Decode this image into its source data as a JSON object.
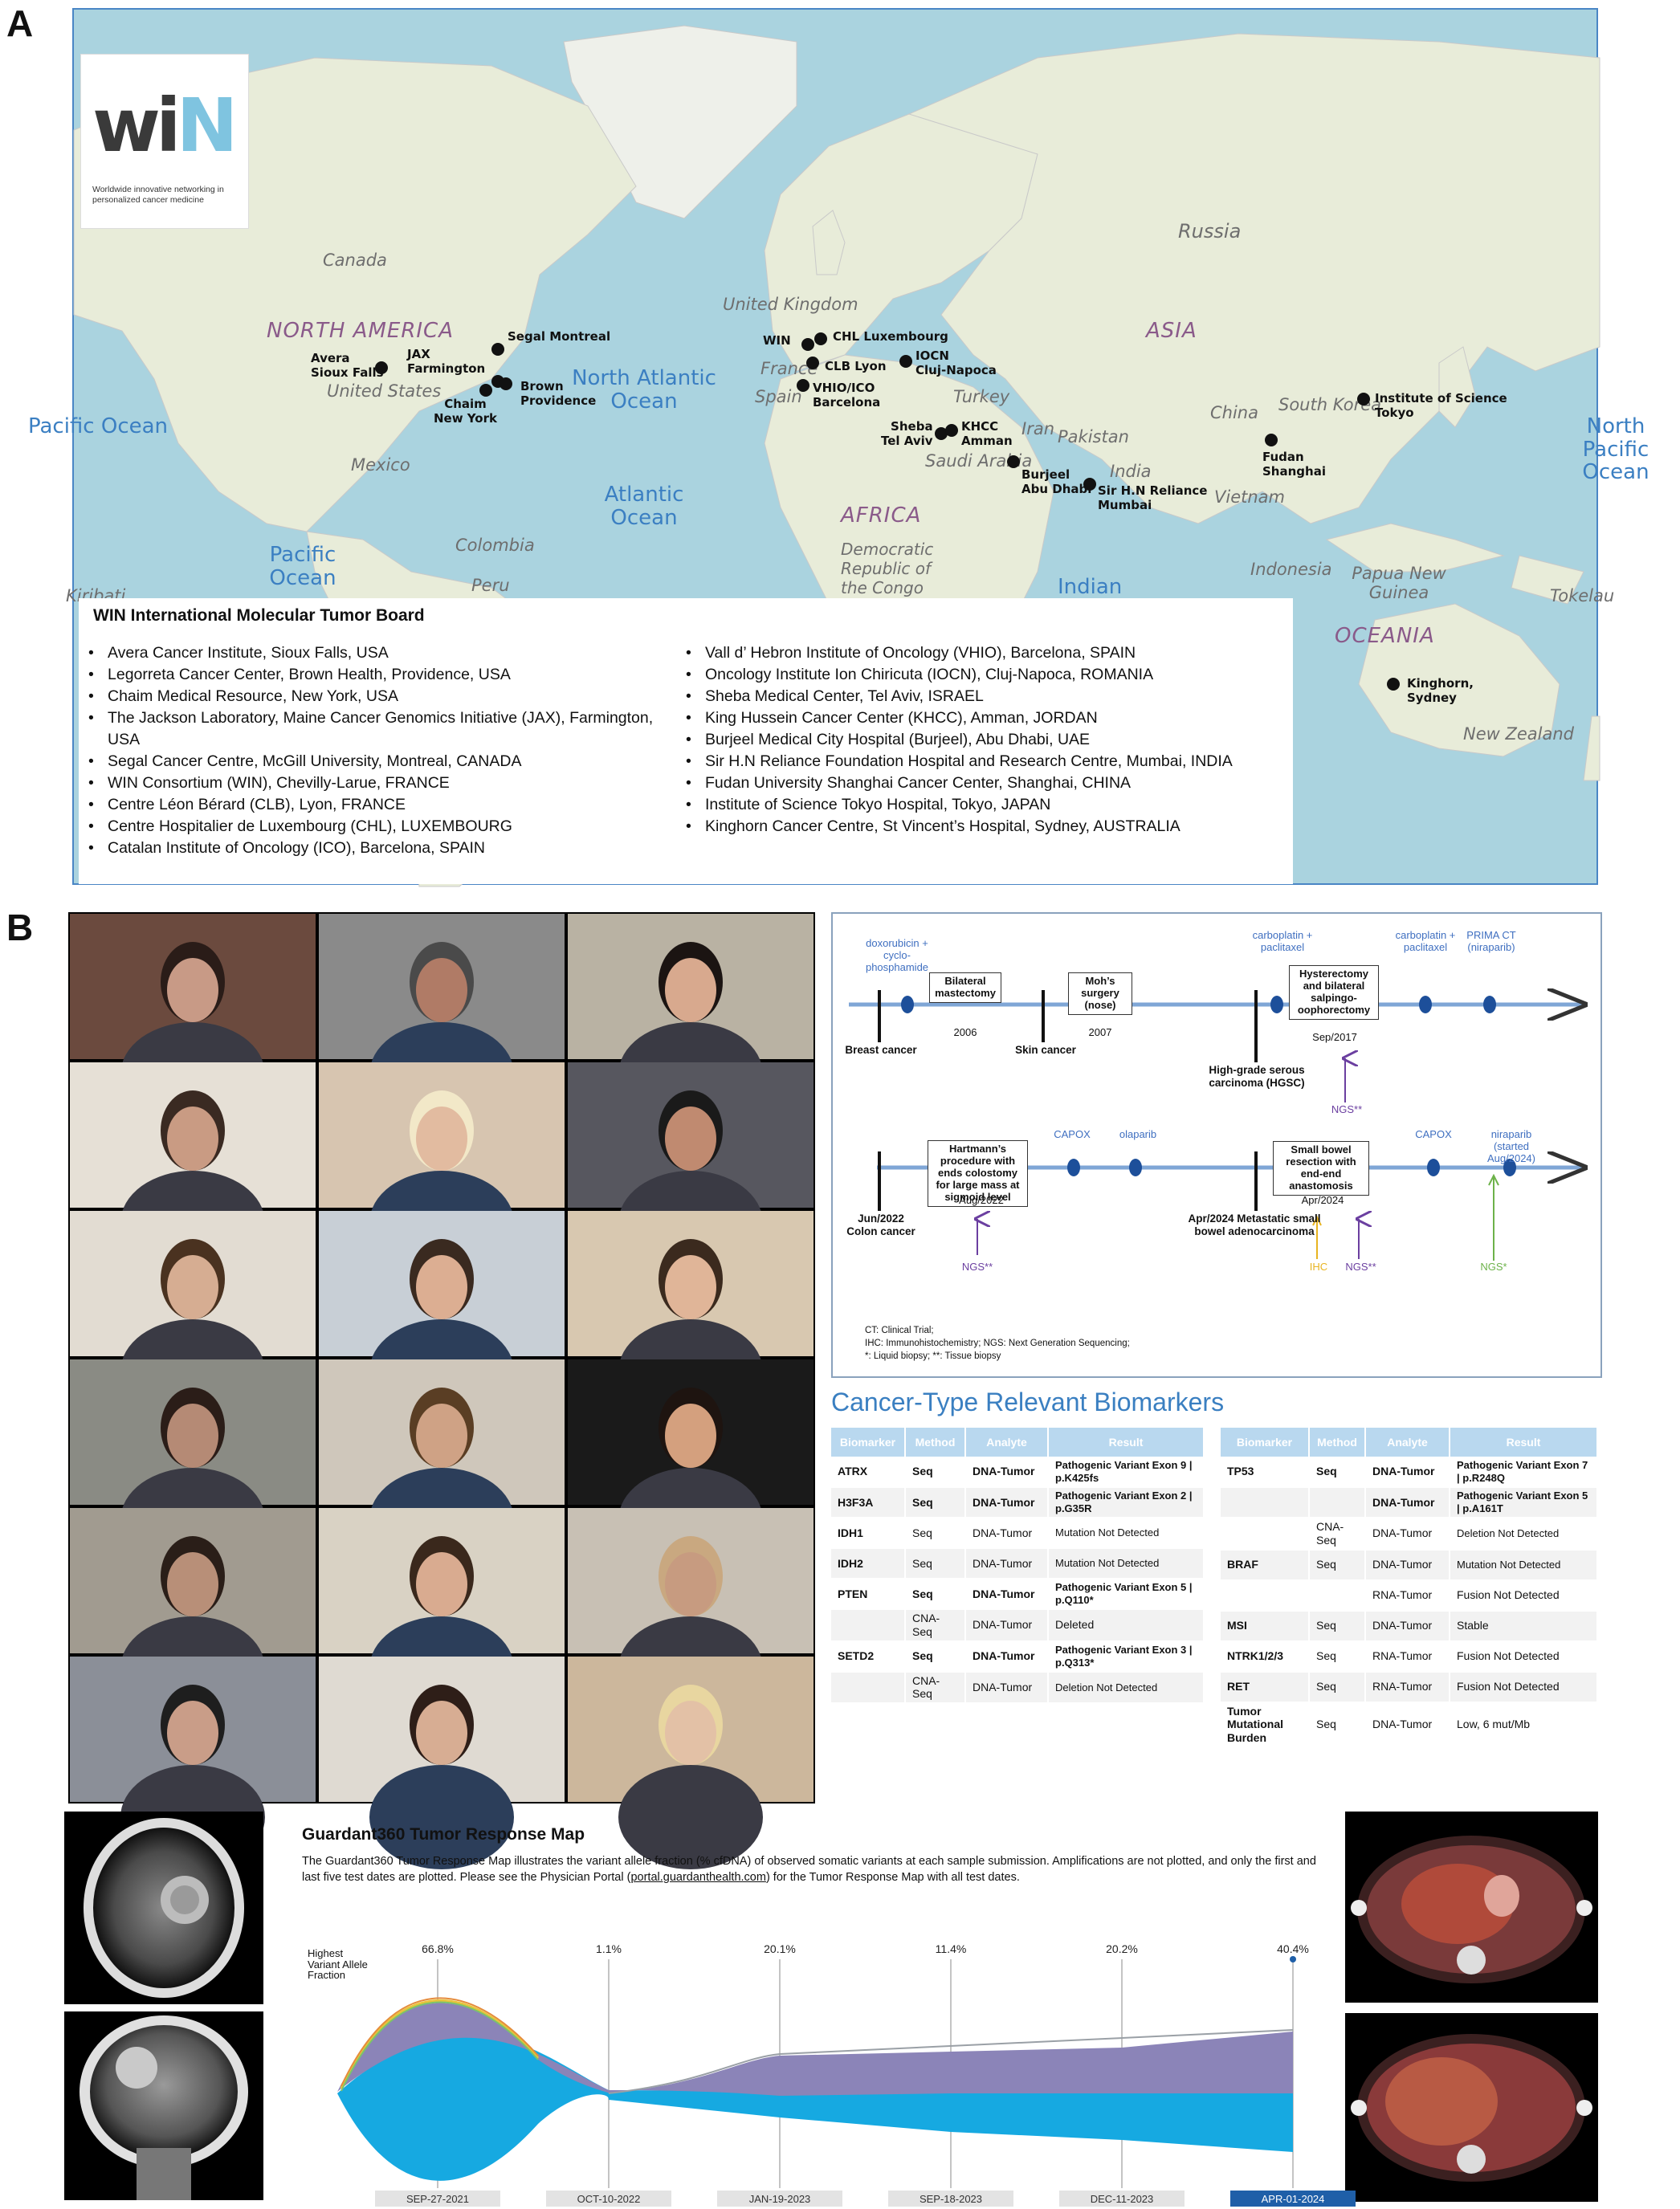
{
  "panel_labels": {
    "a": "A",
    "b": "B"
  },
  "map": {
    "logo": {
      "text_dark": "wi",
      "text_light": "N",
      "tagline": "Worldwide innovative networking in personalized cancer medicine"
    },
    "countries": [
      {
        "text": "Canada"
      },
      {
        "text": "United States"
      },
      {
        "text": "Mexico"
      },
      {
        "text": "Colombia"
      },
      {
        "text": "Peru"
      },
      {
        "text": "Russia"
      },
      {
        "text": "United Kingdom"
      },
      {
        "text": "France"
      },
      {
        "text": "Spain"
      },
      {
        "text": "Turkey"
      },
      {
        "text": "Iran"
      },
      {
        "text": "Saudi Arabia"
      },
      {
        "text": "Pakistan"
      },
      {
        "text": "India"
      },
      {
        "text": "China"
      },
      {
        "text": "South Korea"
      },
      {
        "text": "Vietnam"
      },
      {
        "text": "Indonesia"
      },
      {
        "text": "Papua New Guinea"
      },
      {
        "text": "New Zealand"
      },
      {
        "text": "Democratic Republic of the Congo"
      },
      {
        "text": "Tokelau"
      },
      {
        "text": "Kiribati"
      }
    ],
    "oceans": [
      {
        "text": "North Atlantic Ocean"
      },
      {
        "text": "Atlantic Ocean"
      },
      {
        "text": "Pacific Ocean"
      },
      {
        "text": "Pacific Ocean"
      },
      {
        "text": "Indian"
      },
      {
        "text": "North Pacific Ocean"
      }
    ],
    "continents": [
      "NORTH AMERICA",
      "ASIA",
      "AFRICA",
      "OCEANIA"
    ],
    "sites": [
      {
        "label": "Avera\nSioux Falls"
      },
      {
        "label": "JAX\nFarmington"
      },
      {
        "label": "Segal Montreal"
      },
      {
        "label": "Chaim\nNew York"
      },
      {
        "label": "Brown\nProvidence"
      },
      {
        "label": "WIN"
      },
      {
        "label": "CHL Luxembourg"
      },
      {
        "label": "CLB Lyon"
      },
      {
        "label": "VHIO/ICO\nBarcelona"
      },
      {
        "label": "IOCN\nCluj-Napoca"
      },
      {
        "label": "Sheba\nTel Aviv"
      },
      {
        "label": "KHCC\nAmman"
      },
      {
        "label": "Burjeel\nAbu Dhabi"
      },
      {
        "label": "Sir H.N Reliance\nMumbai"
      },
      {
        "label": "Fudan\nShanghai"
      },
      {
        "label": "Institute of Science\nTokyo"
      },
      {
        "label": "Kinghorn,\nSydney"
      }
    ],
    "legend": {
      "title": "WIN International Molecular Tumor Board",
      "left": [
        "Avera Cancer Institute, Sioux Falls, USA",
        "Legorreta Cancer Center, Brown Health, Providence, USA",
        "Chaim Medical Resource, New York, USA",
        "The Jackson Laboratory, Maine Cancer Genomics Initiative (JAX), Farmington, USA",
        "Segal Cancer Centre, McGill University, Montreal, CANADA",
        "WIN Consortium (WIN), Chevilly-Larue, FRANCE",
        "Centre Léon Bérard (CLB), Lyon, FRANCE",
        "Centre Hospitalier de Luxembourg (CHL), LUXEMBOURG",
        "Catalan Institute of Oncology (ICO), Barcelona, SPAIN"
      ],
      "right": [
        "Vall d’ Hebron Institute of Oncology (VHIO), Barcelona, SPAIN",
        "Oncology Institute Ion Chiricuta (IOCN), Cluj-Napoca, ROMANIA",
        "Sheba Medical Center, Tel Aviv, ISRAEL",
        "King Hussein Cancer Center (KHCC), Amman, JORDAN",
        "Burjeel Medical City Hospital (Burjeel), Abu Dhabi, UAE",
        "Sir H.N Reliance Foundation Hospital and Research Centre, Mumbai, INDIA",
        "Fudan University Shanghai Cancer Center, Shanghai, CHINA",
        "Institute of Science Tokyo Hospital, Tokyo, JAPAN",
        "Kinghorn Cancer Centre, St Vincent’s Hospital, Sydney, AUSTRALIA"
      ]
    }
  },
  "timeline": {
    "row1": {
      "drugs": [
        "doxorubicin + cyclo-phosphamide",
        "carboplatin + paclitaxel",
        "carboplatin + paclitaxel",
        "PRIMA CT (niraparib)"
      ],
      "boxes": [
        "Bilateral mastectomy",
        "Moh’s surgery (nose)",
        "Hysterectomy and bilateral salpingo-oophorectomy"
      ],
      "dates": [
        "2006",
        "2007",
        "Sep/2017"
      ],
      "events": [
        "Breast cancer",
        "Skin cancer",
        "High-grade serous carcinoma (HGSC)"
      ],
      "ngs": "NGS**"
    },
    "row2": {
      "drugs": [
        "CAPOX",
        "olaparib",
        "CAPOX",
        "niraparib (started Aug/2024)"
      ],
      "boxes": [
        "Hartmann’s procedure with ends colostomy for large mass at sigmoid level",
        "Small bowel resection with end-end anastomosis"
      ],
      "dates": [
        "Aug/2022",
        "Apr/2024"
      ],
      "events": [
        "Jun/2022 Colon cancer",
        "Apr/2024 Metastatic small bowel adenocarcinoma"
      ],
      "ngs1": "NGS**",
      "ihc": "IHC",
      "ngs2": "NGS**",
      "ngs3": "NGS*"
    },
    "notes": [
      "CT: Clinical Trial;",
      "IHC: Immunohistochemistry; NGS: Next Generation Sequencing;",
      "*: Liquid biopsy; **: Tissue biopsy"
    ]
  },
  "biomarkers": {
    "title": "Cancer-Type Relevant Biomarkers",
    "headers": [
      "Biomarker",
      "Method",
      "Analyte",
      "Result"
    ],
    "left_rows": [
      [
        "ATRX",
        "Seq",
        "DNA-Tumor",
        "Pathogenic Variant Exon 9 | p.K425fs"
      ],
      [
        "H3F3A",
        "Seq",
        "DNA-Tumor",
        "Pathogenic Variant Exon 2 | p.G35R"
      ],
      [
        "IDH1",
        "Seq",
        "DNA-Tumor",
        "Mutation Not Detected"
      ],
      [
        "IDH2",
        "Seq",
        "DNA-Tumor",
        "Mutation Not Detected"
      ],
      [
        "PTEN",
        "Seq",
        "DNA-Tumor",
        "Pathogenic Variant Exon 5 | p.Q110*"
      ],
      [
        "",
        "CNA-Seq",
        "DNA-Tumor",
        "Deleted"
      ],
      [
        "SETD2",
        "Seq",
        "DNA-Tumor",
        "Pathogenic Variant Exon 3 | p.Q313*"
      ],
      [
        "",
        "CNA-Seq",
        "DNA-Tumor",
        "Deletion Not Detected"
      ]
    ],
    "right_rows": [
      [
        "TP53",
        "Seq",
        "DNA-Tumor",
        "Pathogenic Variant Exon 7 | p.R248Q"
      ],
      [
        "",
        "",
        "DNA-Tumor",
        "Pathogenic Variant Exon 5 | p.A161T"
      ],
      [
        "",
        "CNA-Seq",
        "DNA-Tumor",
        "Deletion Not Detected"
      ],
      [
        "BRAF",
        "Seq",
        "DNA-Tumor",
        "Mutation Not Detected"
      ],
      [
        "",
        "",
        "RNA-Tumor",
        "Fusion Not Detected"
      ],
      [
        "MSI",
        "Seq",
        "DNA-Tumor",
        "Stable"
      ],
      [
        "NTRK1/2/3",
        "Seq",
        "RNA-Tumor",
        "Fusion Not Detected"
      ],
      [
        "RET",
        "Seq",
        "RNA-Tumor",
        "Fusion Not Detected"
      ],
      [
        "Tumor Mutational Burden",
        "Seq",
        "DNA-Tumor",
        "Low, 6 mut/Mb"
      ]
    ]
  },
  "guardant": {
    "title": "Guardant360 Tumor Response Map",
    "desc_before": "The Guardant360 Tumor Response Map illustrates the variant allele fraction (% cfDNA) of observed somatic variants at each sample submission. Amplifications are not plotted, and only the first and last five test dates are plotted. Please see the Physician Portal (",
    "desc_link": "portal.guardanthealth.com",
    "desc_after": ") for the Tumor Response Map with all test dates.",
    "yhead": "Highest Variant Allele Fraction",
    "colors": {
      "purple": "#8b84b8",
      "cyan": "#16a9e1",
      "gold": "#e8c43a",
      "orange": "#e58c3c",
      "green": "#7cc36b",
      "selected": "#1f5fa8"
    }
  },
  "chart_data": {
    "type": "area",
    "title": "Guardant360 Tumor Response Map",
    "x": [
      "SEP-27-2021",
      "OCT-10-2022",
      "JAN-19-2023",
      "SEP-18-2023",
      "DEC-11-2023",
      "APR-01-2024"
    ],
    "top_labels": [
      "66.8%",
      "1.1%",
      "20.1%",
      "11.4%",
      "20.2%",
      "40.4%"
    ],
    "selected": "APR-01-2024"
  }
}
